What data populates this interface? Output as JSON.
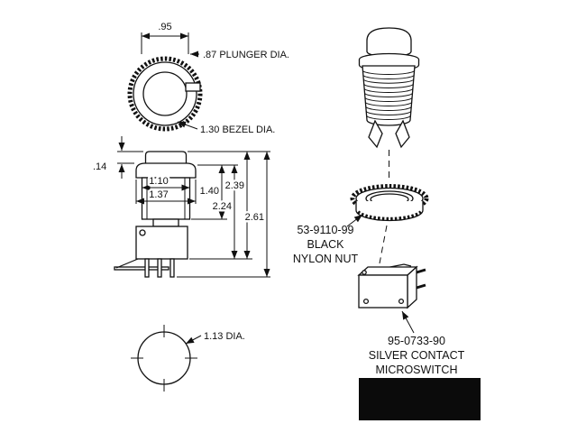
{
  "drawing": {
    "top_view": {
      "dim_width": ".95",
      "plunger_dia_label": ".87 PLUNGER DIA.",
      "bezel_dia_label": "1.30 BEZEL DIA."
    },
    "side_view": {
      "dim_plunger_height": ".14",
      "dim_inner_width": "1.10",
      "dim_outer_width": "1.37",
      "dim_body_depth": "1.40",
      "dim_switch_depth": "2.24",
      "dim_overall_no_terminals": "2.39",
      "dim_overall": "2.61"
    },
    "hole_view": {
      "dia_label": "1.13 DIA."
    },
    "nut": {
      "part_no": "53-9110-99",
      "line2": "BLACK",
      "line3": "NYLON NUT"
    },
    "microswitch": {
      "part_no": "95-0733-90",
      "line2": "SILVER CONTACT",
      "line3": "MICROSWITCH"
    },
    "colors": {
      "ink": "#111111",
      "swatch": "#0b0b0b",
      "background": "#ffffff"
    }
  }
}
